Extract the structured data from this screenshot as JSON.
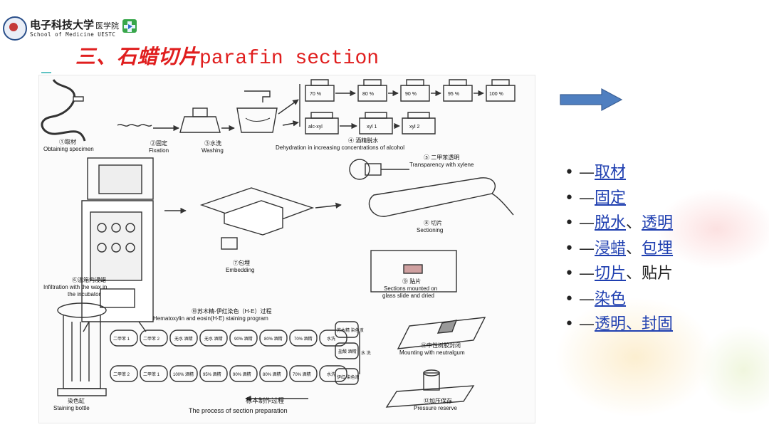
{
  "header": {
    "logo_cn": "电子科技大学",
    "logo_cn_sub": "医学院",
    "logo_en": "School of Medicine  UESTC"
  },
  "title": {
    "cn": "三、石蜡切片",
    "en": "parafin section"
  },
  "figure": {
    "percent_labels": [
      "70 %",
      "80 %",
      "90 %",
      "95 %",
      "100 %"
    ],
    "clear_labels": [
      "alc-xyl",
      "xyl 1",
      "xyl 2"
    ],
    "step1_cn": "①取材",
    "step1_en": "Obtaining specimen",
    "step2_cn": "②固定",
    "step2_en": "Fixation",
    "step3_cn": "③水洗",
    "step3_en": "Washing",
    "step4_cn": "④ 酒精脱水",
    "step4_en": "Dehydration in increasing concentrations of alcohol",
    "step5_cn": "⑤ 二甲苯透明",
    "step5_en": "Transparency with xylene",
    "step6_cn": "⑥温箱内浸蜡",
    "step6_en1": "Infiltration with the wax in",
    "step6_en2": "the incubator",
    "step7_cn": "⑦包埋",
    "step7_en": "Embedding",
    "step8_cn": "⑧ 切片",
    "step8_en": "Sectioning",
    "step9_cn": "⑨ 贴片",
    "step9_en1": "Sections mounted on",
    "step9_en2": "glass slide and dried",
    "step10_cn": "⑩苏木精-伊红染色（H·E）过程",
    "step10_en": "Hematoxylin and eosin(H·E) staining program",
    "stain_row1": [
      "二甲苯 1",
      "二甲苯 2",
      "无水 酒精",
      "无水 酒精",
      "90% 酒精",
      "80% 酒精",
      "70% 酒精",
      "水洗"
    ],
    "stain_row2": [
      "二甲苯 2",
      "二甲苯 1",
      "100% 酒精",
      "95% 酒精",
      "90% 酒精",
      "80% 酒精",
      "70% 酒精",
      "水洗"
    ],
    "stain_side_top": "苏木精 染色液",
    "stain_side_mid": "盐酸 酒精",
    "stain_side_bottom": "伊红 染色液",
    "water_wash": "水 洗",
    "step11_cn": "⑪中性树胶封闭",
    "step11_en": "Mounting with neutralgum",
    "step12_cn": "⑫加压保存",
    "step12_en": "Pressure reserve",
    "bottle_cn": "染色缸",
    "bottle_en": "Staining bottle",
    "process_cn": "标本制作过程",
    "process_en": "The process of section preparation"
  },
  "bullets": [
    {
      "dot": "•",
      "dash": "—",
      "parts": [
        {
          "text": "取材",
          "link": true
        }
      ]
    },
    {
      "dot": "•",
      "dash": "—",
      "parts": [
        {
          "text": "固定",
          "link": true
        }
      ]
    },
    {
      "dot": "•",
      "dash": "—",
      "parts": [
        {
          "text": "脱水",
          "link": true
        },
        {
          "text": "、",
          "link": false
        },
        {
          "text": "透明",
          "link": true
        }
      ]
    },
    {
      "dot": "•",
      "dash": "—",
      "parts": [
        {
          "text": "浸蜡",
          "link": true
        },
        {
          "text": "、",
          "link": false
        },
        {
          "text": "包埋",
          "link": true
        }
      ]
    },
    {
      "dot": "•",
      "dash": "—",
      "parts": [
        {
          "text": "切片",
          "link": true
        },
        {
          "text": "、贴片",
          "link": false
        }
      ]
    },
    {
      "dot": "•",
      "dash": "—",
      "parts": [
        {
          "text": "染色",
          "link": true
        }
      ]
    },
    {
      "dot": "•",
      "dash": "—",
      "parts": [
        {
          "text": "透明、封固",
          "link": true
        }
      ]
    }
  ],
  "colors": {
    "title_red": "#e01e1e",
    "link_blue": "#1f3fb0",
    "arrow_fill": "#4f7fc0",
    "arrow_stroke": "#3a5f95"
  }
}
